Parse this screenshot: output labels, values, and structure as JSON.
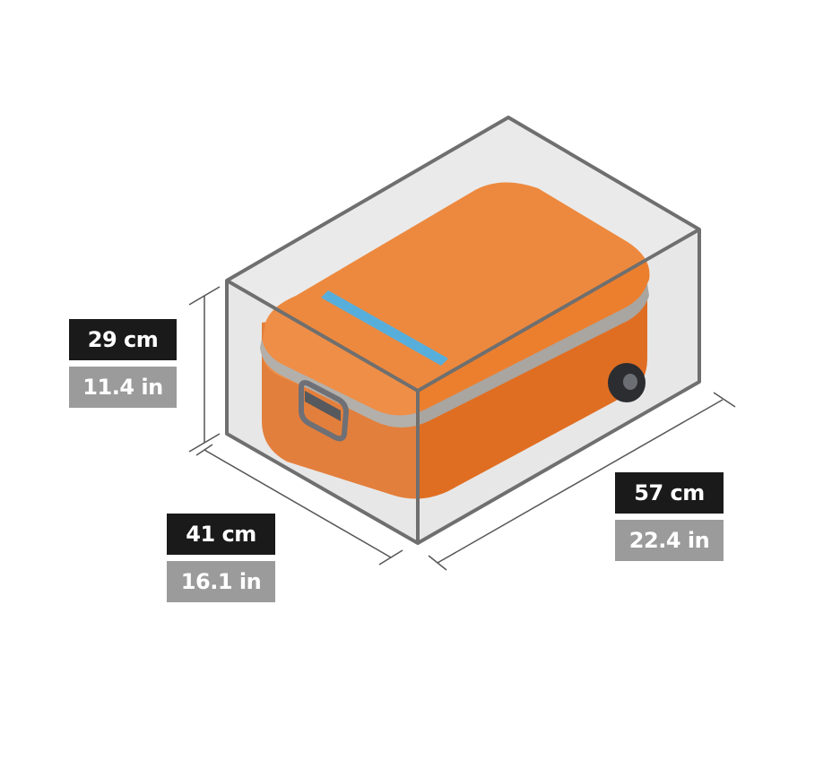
{
  "dimensions": {
    "height": {
      "metric": "29 cm",
      "imperial": "11.4 in"
    },
    "width": {
      "metric": "41 cm",
      "imperial": "16.1 in"
    },
    "length": {
      "metric": "57 cm",
      "imperial": "22.4 in"
    }
  },
  "colors": {
    "suitcase_body": "#e8762a",
    "suitcase_top": "#ec7f2e",
    "zipper_band": "#a9a5a0",
    "handle_stripe": "#4aa8d8",
    "box_outline": "#6f6f6f",
    "box_fill": "#e6e6e6",
    "metric_label_bg": "#1a1a1a",
    "imperial_label_bg": "#9b9b9b"
  },
  "icons": [
    "suitcase-illustration",
    "wheel-icon",
    "side-handle-icon"
  ]
}
